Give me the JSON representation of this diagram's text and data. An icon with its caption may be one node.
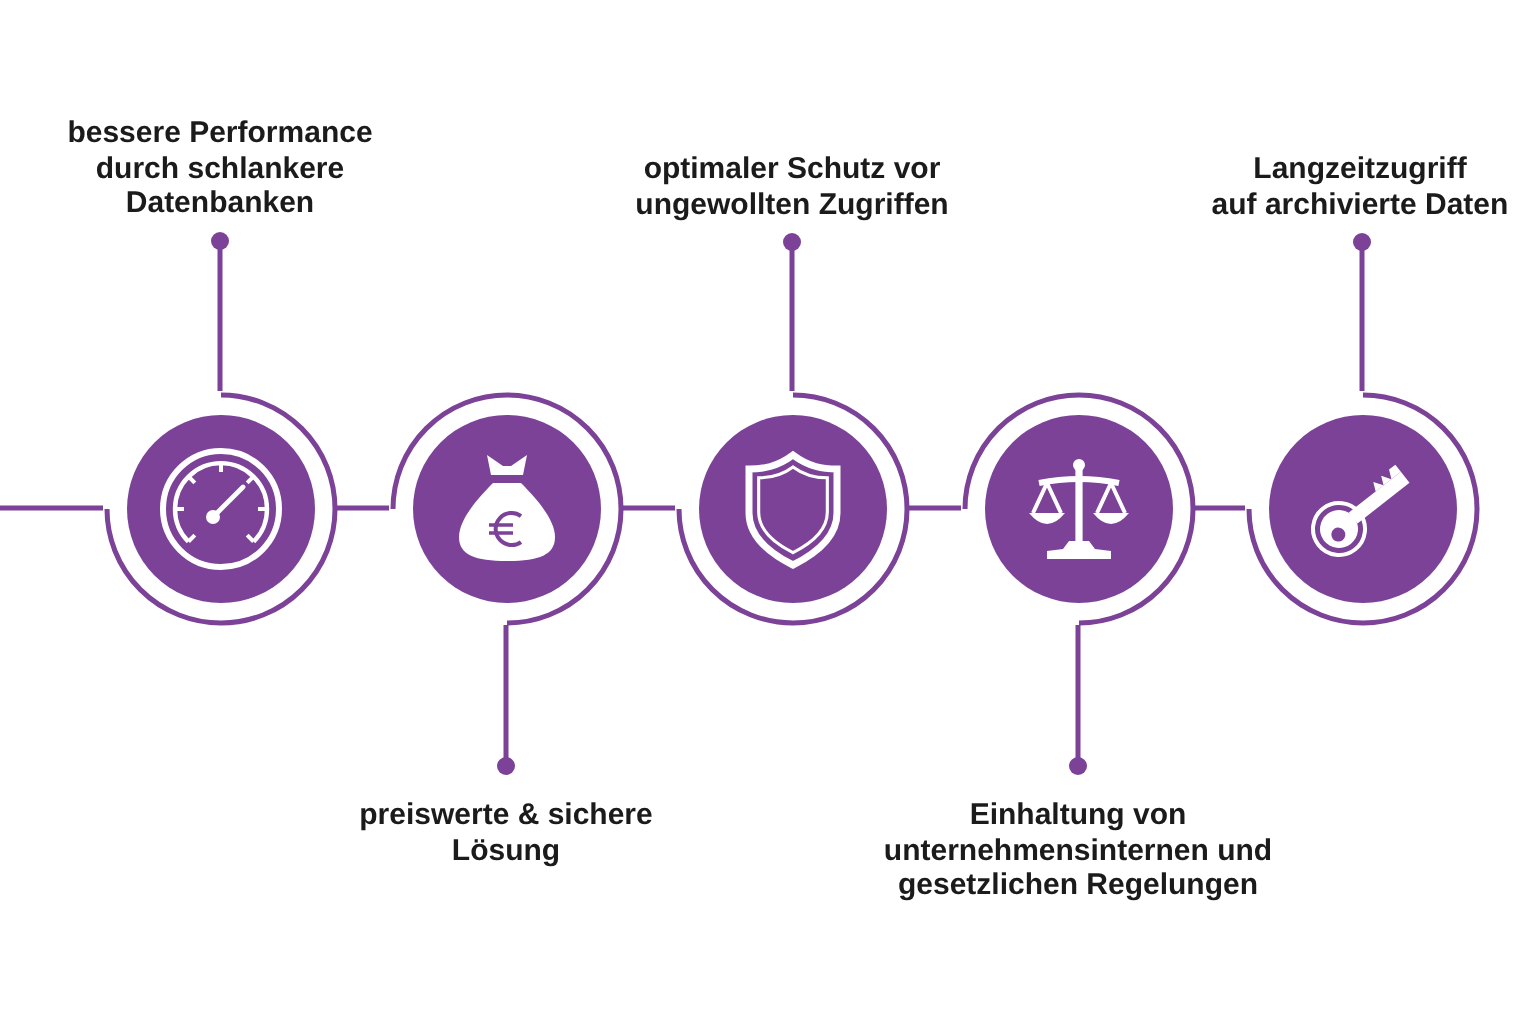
{
  "diagram": {
    "nodes": [
      {
        "text": [
          "bessere Performance durch schlankere Datenbanken"
        ]
      },
      {
        "text": [
          "optimaler Schutz vor ungewollten Zugriffen"
        ]
      },
      {
        "text": [
          "Langzeitzugriff auf archivierte Daten"
        ]
      },
      {
        "text": [],
        "shape": "circle"
      },
      {
        "text": [],
        "shape": "circle"
      },
      {
        "text": [],
        "shape": "circle"
      },
      {
        "text": [],
        "shape": "circle"
      },
      {
        "text": [],
        "shape": "circle"
      },
      {
        "text": [
          "preiswerte & sichere Lösung"
        ]
      },
      {
        "text": [
          "Einhaltung von unternehmensinternen und gesetzlichen Regelungen"
        ]
      }
    ],
    "edges": [
      {
        "from": null,
        "to": 3,
        "arrow": "none"
      },
      {
        "from": 3,
        "to": 4,
        "arrow": "none"
      },
      {
        "from": 4,
        "to": 5,
        "arrow": "none"
      },
      {
        "from": 5,
        "to": 6,
        "arrow": "none"
      },
      {
        "from": 6,
        "to": 7,
        "arrow": "none"
      },
      {
        "from": 0,
        "to": 3,
        "arrow": "other"
      },
      {
        "from": 8,
        "to": 4,
        "arrow": "other"
      },
      {
        "from": 1,
        "to": 5,
        "arrow": "other"
      },
      {
        "from": 9,
        "to": 6,
        "arrow": "other"
      },
      {
        "from": 2,
        "to": 7,
        "arrow": "other"
      }
    ]
  }
}
